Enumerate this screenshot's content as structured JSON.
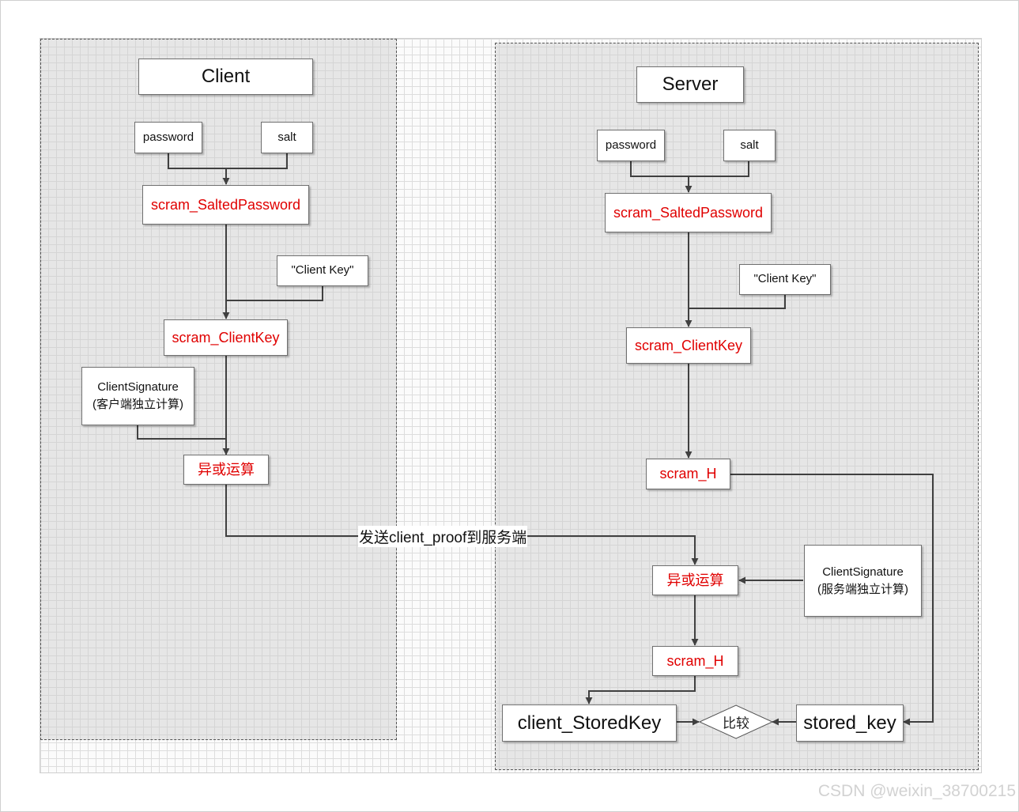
{
  "client": {
    "title": "Client",
    "password": "password",
    "salt": "salt",
    "salted_password": "scram_SaltedPassword",
    "client_key_const": "\"Client Key\"",
    "client_key": "scram_ClientKey",
    "signature_line1": "ClientSignature",
    "signature_line2": "(客户端独立计算)",
    "xor": "异或运算"
  },
  "server": {
    "title": "Server",
    "password": "password",
    "salt": "salt",
    "salted_password": "scram_SaltedPassword",
    "client_key_const": "\"Client Key\"",
    "client_key": "scram_ClientKey",
    "hash_top": "scram_H",
    "xor": "异或运算",
    "signature_line1": "ClientSignature",
    "signature_line2": "(服务端独立计算)",
    "hash_bottom": "scram_H",
    "client_stored_key": "client_StoredKey",
    "compare": "比较",
    "stored_key": "stored_key"
  },
  "edge_label": "发送client_proof到服务端",
  "watermark": "CSDN @weixin_38700215",
  "colors": {
    "highlight_text": "#e00000",
    "connector": "#404040",
    "group_fill": "#d8d8d8"
  }
}
